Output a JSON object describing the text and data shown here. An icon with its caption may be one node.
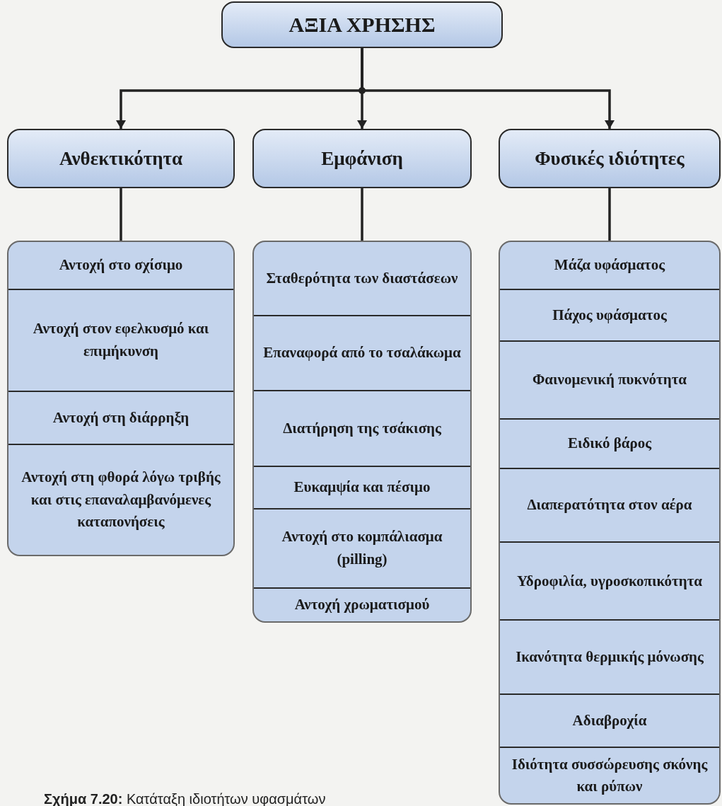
{
  "diagram": {
    "caption": "**Σχήμα 7.20:** Κατάταξη ιδιοτήτων υφασμάτων",
    "nodes": [
      {
        "text": [
          "ΑΞΙΑ ΧΡΗΣΗΣ"
        ]
      },
      {
        "text": [
          "Ανθεκτικότητα"
        ]
      },
      {
        "text": [
          "Εμφάνιση"
        ]
      },
      {
        "text": [
          "Φυσικές ιδιότητες"
        ]
      },
      {
        "text": [],
        "shape": "box"
      },
      {
        "text": [
          "Αντοχή στο σχίσιμο"
        ],
        "in": 4
      },
      {
        "text": [
          "Αντοχή στον εφελκυσμό και επιμήκυνση"
        ],
        "in": 4
      },
      {
        "text": [
          "Αντοχή στη διάρρηξη"
        ],
        "in": 4
      },
      {
        "text": [
          "Αντοχή στη φθορά λόγω τριβής και στις επαναλαμβανόμενες καταπονήσεις"
        ],
        "in": 4
      },
      {
        "text": [],
        "shape": "box"
      },
      {
        "text": [
          "Σταθερότητα των διαστάσεων"
        ],
        "in": 9
      },
      {
        "text": [
          "Επαναφορά από το τσαλάκωμα"
        ],
        "in": 9
      },
      {
        "text": [
          "Διατήρηση της τσάκισης"
        ],
        "in": 9
      },
      {
        "text": [
          "Ευκαμψία και πέσιμο"
        ],
        "in": 9
      },
      {
        "text": [
          "Αντοχή στο κομπάλιασμα (pilling)"
        ],
        "in": 9
      },
      {
        "text": [
          "Αντοχή χρωματισμού"
        ],
        "in": 9
      },
      {
        "text": [],
        "shape": "box"
      },
      {
        "text": [
          "Μάζα υφάσματος"
        ],
        "in": 16
      },
      {
        "text": [
          "Πάχος υφάσματος"
        ],
        "in": 16
      },
      {
        "text": [
          "Φαινομενική πυκνότητα"
        ],
        "in": 16
      },
      {
        "text": [
          "Ειδικό βάρος"
        ],
        "in": 16
      },
      {
        "text": [
          "Διαπερατότητα στον αέρα"
        ],
        "in": 16
      },
      {
        "text": [
          "Υδροφιλία, υγροσκοπικότητα"
        ],
        "in": 16
      },
      {
        "text": [
          "Ικανότητα θερμικής μόνωσης"
        ],
        "in": 16
      },
      {
        "text": [
          "Αδιαβροχία"
        ],
        "in": 16
      },
      {
        "text": [
          "Ιδιότητα συσσώρευσης σκόνης και ρύπων"
        ],
        "in": 16
      }
    ],
    "edges": [
      {
        "from": 0,
        "to": 1,
        "arrow": "to"
      },
      {
        "from": 0,
        "to": 2,
        "arrow": "to"
      },
      {
        "from": 0,
        "to": 3,
        "arrow": "to"
      },
      {
        "from": 1,
        "to": 4,
        "arrow": "none"
      },
      {
        "from": 2,
        "to": 9,
        "arrow": "none"
      },
      {
        "from": 3,
        "to": 16,
        "arrow": "none"
      }
    ]
  }
}
